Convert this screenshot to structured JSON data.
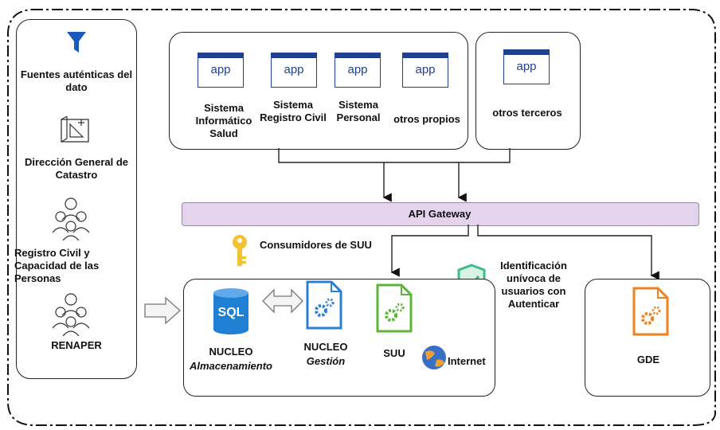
{
  "sources": {
    "title": "Fuentes auténticas del dato",
    "items": [
      {
        "label": "Dirección General de Catastro",
        "icon": "blueprint-icon"
      },
      {
        "label": "Registro Civil y Capacidad de las Personas",
        "icon": "people-group-icon"
      },
      {
        "label": "RENAPER",
        "icon": "people-group-icon"
      }
    ]
  },
  "apps": {
    "icon_text": "app",
    "items": [
      {
        "label": "Sistema Informático Salud"
      },
      {
        "label": "Sistema Registro Civil"
      },
      {
        "label": "Sistema Personal"
      },
      {
        "label": "otros propios"
      }
    ],
    "third_party": {
      "label": "otros terceros"
    }
  },
  "gateway": {
    "label": "API Gateway"
  },
  "consumers": {
    "label": "Consumidores de SUU"
  },
  "identification": {
    "label": "Identificación unívoca de usuarios con Autenticar"
  },
  "core": {
    "storage": {
      "line1": "NUCLEO",
      "line2": "Almacenamiento",
      "icon_text": "SQL"
    },
    "management": {
      "line1": "NUCLEO",
      "line2": "Gestión"
    },
    "suu": {
      "label": "SUU"
    },
    "internet": {
      "label": "Internet"
    }
  },
  "gde": {
    "label": "GDE"
  },
  "colors": {
    "appBlue": "#1f3f8f",
    "gatewayFill": "#e4d3ec",
    "sqlBlue": "#1f7fd3",
    "gearBlue": "#2a7fd4",
    "gearGreen": "#5eb43a",
    "gearOrange": "#f0811f",
    "funnelBlue": "#1a5ab8",
    "keyYellow": "#f2c230",
    "shieldGreen": "#3dbd86"
  }
}
